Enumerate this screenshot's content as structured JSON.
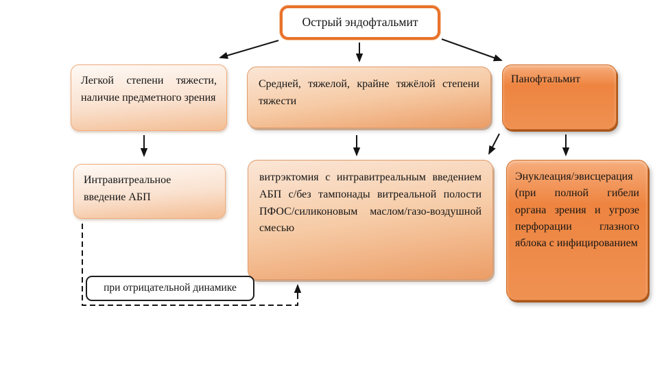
{
  "diagram": {
    "type": "flowchart",
    "language": "ru",
    "nodes": {
      "root": "Острый эндофтальмит",
      "mild_severity": "Легкой степени тяжести, наличие предметного зрения",
      "moderate_severe": "Средней, тяжелой, крайне тяжёлой степени тяжести",
      "panophthalmitis": "Панофтальмит",
      "intravitreal_abp": "Интравитреальное введение АБП",
      "vitrectomy": "витрэктомия с интравитреальным введением АБП с/без тампонады витреальной полости ПФОС/силиконовым маслом/газо-воздушной смесью",
      "enucleation": "Энуклеация/эвисцерация (при полной гибели органа зрения и угрозе перфорации глазного яблока с инфицированием",
      "negative_dynamics": "при отрицательной динамике"
    },
    "edges": [
      {
        "from": "root",
        "to": "mild_severity",
        "style": "solid-arrow"
      },
      {
        "from": "root",
        "to": "moderate_severe",
        "style": "solid-arrow"
      },
      {
        "from": "root",
        "to": "panophthalmitis",
        "style": "solid-arrow"
      },
      {
        "from": "mild_severity",
        "to": "intravitreal_abp",
        "style": "solid-arrow"
      },
      {
        "from": "moderate_severe",
        "to": "vitrectomy",
        "style": "solid-arrow"
      },
      {
        "from": "panophthalmitis",
        "to": "vitrectomy",
        "style": "solid-arrow"
      },
      {
        "from": "panophthalmitis",
        "to": "enucleation",
        "style": "solid-arrow"
      },
      {
        "from": "intravitreal_abp",
        "to": "vitrectomy",
        "via": "negative_dynamics",
        "style": "dashed-arrow"
      }
    ],
    "colors": {
      "accent_orange": "#E8722A",
      "light_fill_top": "#FEF9F5",
      "light_fill_bottom": "#F3BD93",
      "medium_fill_top": "#FBE6D6",
      "medium_fill_bottom": "#EC9D66",
      "dark_fill_top": "#F6AD7C",
      "dark_fill_bottom": "#EF9152",
      "dark_bevel": "#A9571C",
      "connector": "#141414",
      "background": "#FFFFFF"
    }
  }
}
